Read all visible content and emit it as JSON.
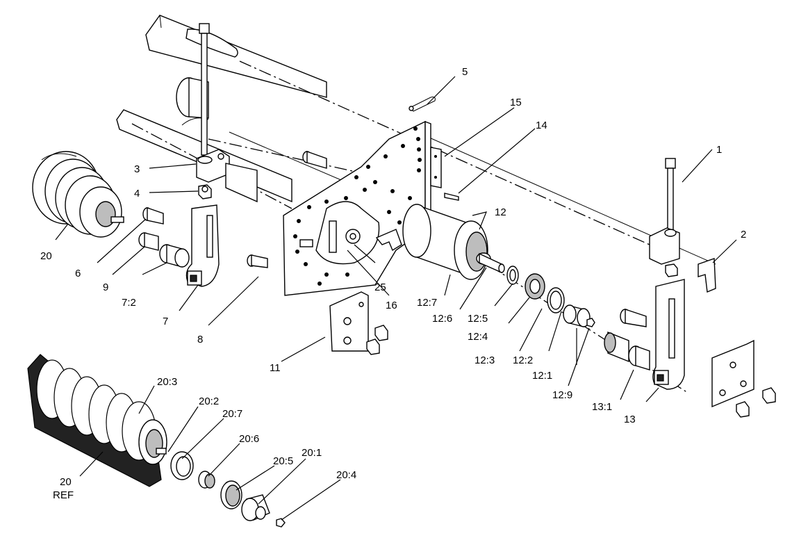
{
  "callouts": {
    "c1": "1",
    "c2": "2",
    "c3": "3",
    "c4": "4",
    "c5": "5",
    "c6": "6",
    "c7": "7",
    "c7_2": "7:2",
    "c8": "8",
    "c9": "9",
    "c11": "11",
    "c12": "12",
    "c12_1": "12:1",
    "c12_2": "12:2",
    "c12_3": "12:3",
    "c12_4": "12:4",
    "c12_5": "12:5",
    "c12_6": "12:6",
    "c12_7": "12:7",
    "c12_9": "12:9",
    "c13": "13",
    "c13_1": "13:1",
    "c14": "14",
    "c15": "15",
    "c16": "16",
    "c20_top": "20",
    "c25": "25",
    "c20_3": "20:3",
    "c20_2": "20:2",
    "c20_7": "20:7",
    "c20_6": "20:6",
    "c20_5": "20:5",
    "c20_1": "20:1",
    "c20_4": "20:4",
    "c20_ref_num": "20",
    "c20_ref_text": "REF"
  }
}
